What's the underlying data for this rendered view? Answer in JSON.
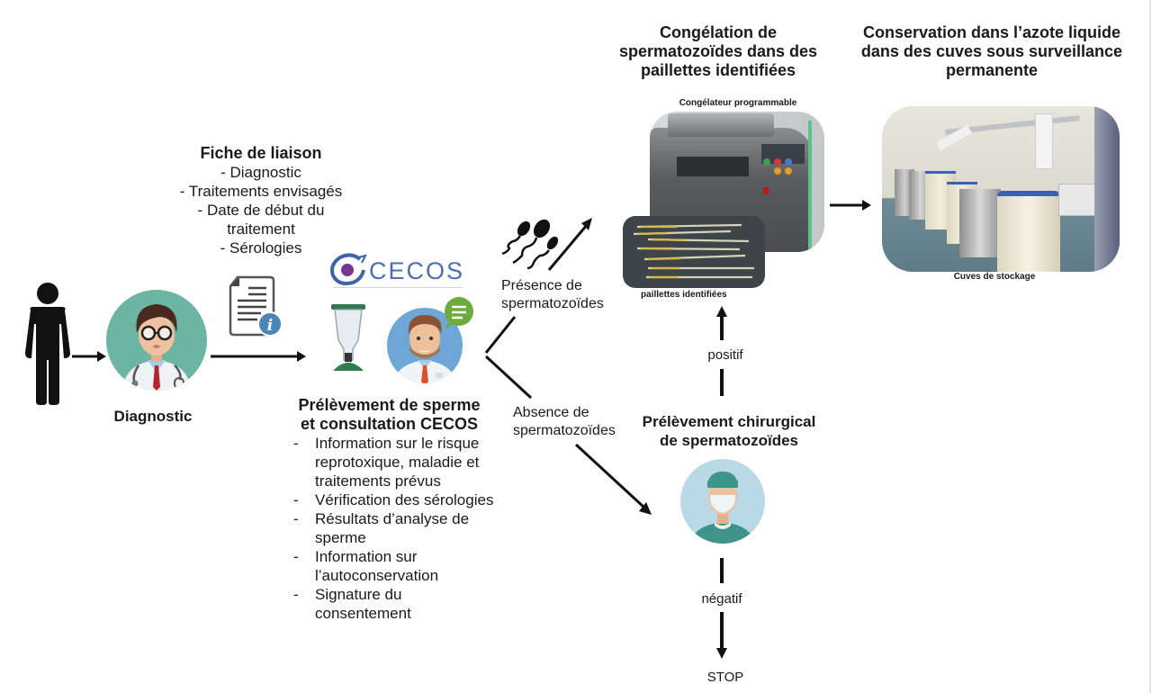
{
  "diagnostic": {
    "label": "Diagnostic"
  },
  "fiche": {
    "title": "Fiche de liaison",
    "lines": [
      "- Diagnostic",
      "- Traitements envisagés",
      "- Date de début du",
      "traitement",
      "- Sérologies"
    ]
  },
  "cecos": {
    "logo_text": "CECOS",
    "title_line1": "Prélèvement de sperme",
    "title_line2": "et consultation CECOS",
    "items": [
      {
        "dash": "-",
        "text": "Information sur le risque reprotoxique, maladie et traitements prévus"
      },
      {
        "dash": "-",
        "text": "Vérification des sérologies"
      },
      {
        "dash": "-",
        "text": "Résultats d’analyse de sperme"
      },
      {
        "dash": "-",
        "text": "Information sur l’autoconservation"
      },
      {
        "dash": "-",
        "text": "Signature du consentement"
      }
    ]
  },
  "branches": {
    "presence_line1": "Présence de",
    "presence_line2": "spermatozoïdes",
    "absence_line1": "Absence de",
    "absence_line2": "spermatozoïdes"
  },
  "congelation": {
    "title_line1": "Congélation de",
    "title_line2": "spermatozoïdes dans des",
    "title_line3": "paillettes identifiées",
    "freezer_caption": "Congélateur programmable",
    "straws_caption": "paillettes identifiées"
  },
  "conservation": {
    "title_line1": "Conservation dans l’azote liquide",
    "title_line2": "dans des cuves sous surveillance",
    "title_line3": "permanente",
    "caption": "Cuves de stockage"
  },
  "chirurgical": {
    "title_line1": "Prélèvement chirurgical",
    "title_line2": "de spermatozoïdes",
    "positive_label": "positif",
    "negative_label": "négatif",
    "stop_label": "STOP"
  },
  "colors": {
    "teal_circle": "#6cb5a3",
    "blue_circle": "#6fa6d8",
    "surgeon_circle": "#b9d9e6",
    "cecos_blue": "#3d63a8",
    "cecos_purple": "#7a3593",
    "green_bubble": "#6cab3c",
    "info_blue": "#4a86b8"
  }
}
